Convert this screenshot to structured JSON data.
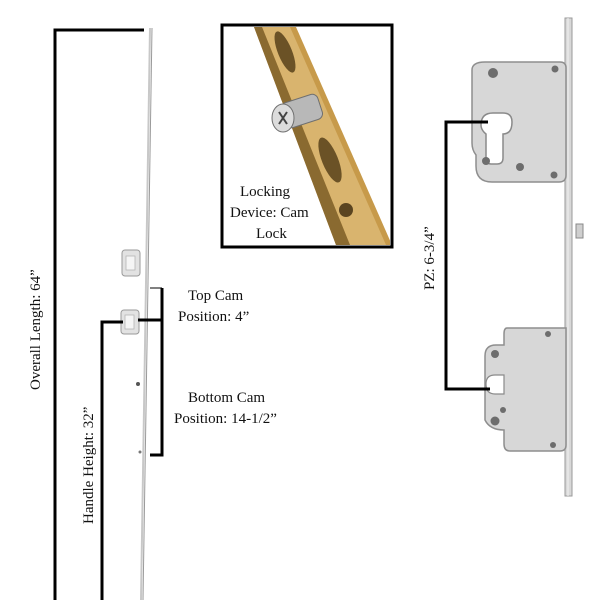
{
  "labels": {
    "overall_length": "Overall Length: 64”",
    "handle_height": "Handle Height: 32”",
    "top_cam_line1": "Top Cam",
    "top_cam_line2": "Position: 4”",
    "bottom_cam_line1": "Bottom Cam",
    "bottom_cam_line2": "Position: 14-1/2”",
    "locking_line1": "Locking",
    "locking_line2": "Device: Cam",
    "locking_line3": "Lock",
    "pz": "PZ: 6-3/4”"
  },
  "colors": {
    "line": "#000000",
    "metal_light": "#e6e6e6",
    "metal_mid": "#c9c9c9",
    "metal_dark": "#8f8f8f",
    "brass": "#c79a4a",
    "brass_dark": "#7a5a24"
  }
}
